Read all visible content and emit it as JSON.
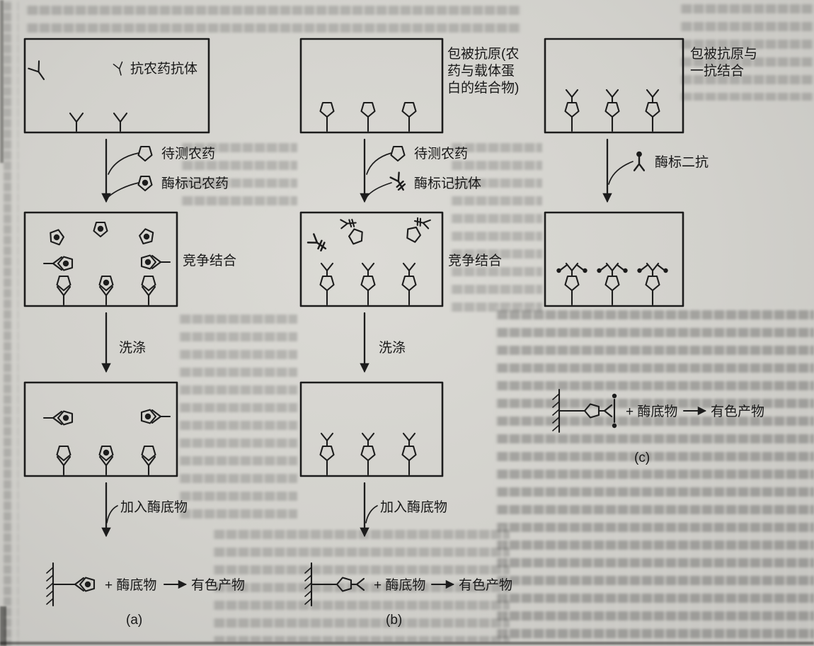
{
  "page": {
    "background_hex": "#d2d1cc",
    "ink_hex": "#1c1c1c"
  },
  "icons": {
    "antibody": "Y-shaped antibody outline",
    "pesticide": "pentagon outline (hapten)",
    "enzyme_labeled_pesticide": "pentagon outline with solid dot",
    "coated_antigen": "pentagon on a stem fixed to well bottom",
    "enzyme_labeled_antibody": "small Y glyph with hash marks",
    "enzyme_labeled_secondary_antibody": "small Y glyph with solid dot head",
    "solid_phase_surface": "hatched wall symbol",
    "flow_arrow": "solid black down arrow"
  },
  "panels": {
    "a": {
      "caption": "(a)",
      "coat_label": "抗农药抗体",
      "legend": [
        {
          "label": "待测农药"
        },
        {
          "label": "酶标记农药"
        }
      ],
      "compete_label": "竞争结合",
      "wash_label": "洗涤",
      "substrate_label": "加入酶底物",
      "result_prefix": "+ 酶底物",
      "result_suffix": "有色产物"
    },
    "b": {
      "caption": "(b)",
      "coat_label_lines": [
        "包被抗原(农",
        "药与载体蛋",
        "白的结合物)"
      ],
      "legend": [
        {
          "label": "待测农药"
        },
        {
          "label": "酶标记抗体"
        }
      ],
      "compete_label": "竞争结合",
      "wash_label": "洗涤",
      "substrate_label": "加入酶底物",
      "result_prefix": "+ 酶底物",
      "result_suffix": "有色产物"
    },
    "c": {
      "caption": "(c)",
      "coat_label_lines": [
        "包被抗原与",
        "一抗结合"
      ],
      "legend": [
        {
          "label": "酶标二抗"
        }
      ],
      "result_prefix": "+ 酶底物",
      "result_suffix": "有色产物"
    }
  }
}
